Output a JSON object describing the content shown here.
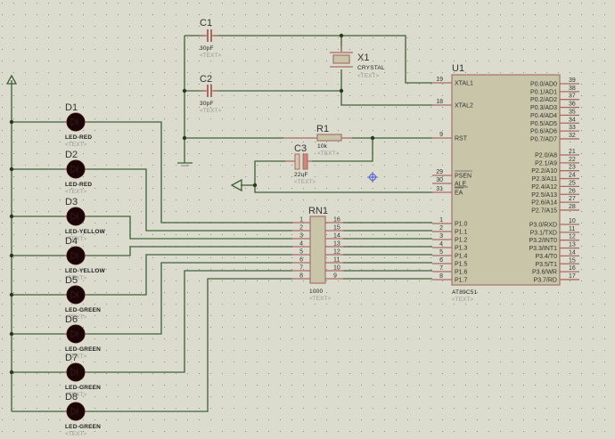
{
  "schematic": {
    "crystal_section": {
      "c1": {
        "ref": "C1",
        "value": "30pF",
        "text": "<TEXT>"
      },
      "c2": {
        "ref": "C2",
        "value": "30pF",
        "text": "<TEXT>"
      },
      "x1": {
        "ref": "X1",
        "value": "CRYSTAL",
        "text": "<TEXT>"
      }
    },
    "reset_section": {
      "r1": {
        "ref": "R1",
        "value": "10k",
        "text": "<TEXT>"
      },
      "c3": {
        "ref": "C3",
        "value": "22uF",
        "text": "<TEXT>"
      }
    },
    "resistor_network": {
      "ref": "RN1",
      "value": "1000",
      "text": "<TEXT>",
      "left_pins": [
        "1",
        "2",
        "3",
        "4",
        "5",
        "6",
        "7",
        "8"
      ],
      "right_pins": [
        "16",
        "15",
        "14",
        "13",
        "12",
        "11",
        "10",
        "9"
      ]
    },
    "mcu": {
      "ref": "U1",
      "value": "AT89C51",
      "text": "<TEXT>",
      "left_pins": [
        {
          "name": "XTAL1",
          "num": "19"
        },
        {
          "name": "XTAL2",
          "num": "18"
        },
        {
          "name": "RST",
          "num": "9"
        },
        {
          "name": "PSEN",
          "num": "29"
        },
        {
          "name": "ALE",
          "num": "30"
        },
        {
          "name": "EA",
          "num": "31"
        },
        {
          "name": "P1.0",
          "num": "1"
        },
        {
          "name": "P1.1",
          "num": "2"
        },
        {
          "name": "P1.2",
          "num": "3"
        },
        {
          "name": "P1.3",
          "num": "4"
        },
        {
          "name": "P1.4",
          "num": "5"
        },
        {
          "name": "P1.5",
          "num": "6"
        },
        {
          "name": "P1.6",
          "num": "7"
        },
        {
          "name": "P1.7",
          "num": "8"
        }
      ],
      "right_pins": [
        {
          "name": "P0.0/AD0",
          "num": "39"
        },
        {
          "name": "P0.1/AD1",
          "num": "38"
        },
        {
          "name": "P0.2/AD2",
          "num": "37"
        },
        {
          "name": "P0.3/AD3",
          "num": "36"
        },
        {
          "name": "P0.4/AD4",
          "num": "35"
        },
        {
          "name": "P0.5/AD5",
          "num": "34"
        },
        {
          "name": "P0.6/AD6",
          "num": "33"
        },
        {
          "name": "P0.7/AD7",
          "num": "32"
        },
        {
          "name": "P2.0/A8",
          "num": "21"
        },
        {
          "name": "P2.1/A9",
          "num": "22"
        },
        {
          "name": "P2.2/A10",
          "num": "23"
        },
        {
          "name": "P2.3/A11",
          "num": "24"
        },
        {
          "name": "P2.4/A12",
          "num": "25"
        },
        {
          "name": "P2.5/A13",
          "num": "26"
        },
        {
          "name": "P2.6/A14",
          "num": "27"
        },
        {
          "name": "P2.7/A15",
          "num": "28"
        },
        {
          "name": "P3.0/RXD",
          "num": "10"
        },
        {
          "name": "P3.1/TXD",
          "num": "11"
        },
        {
          "name": "P3.2/INT0",
          "num": "12"
        },
        {
          "name": "P3.3/INT1",
          "num": "13"
        },
        {
          "name": "P3.4/T0",
          "num": "14"
        },
        {
          "name": "P3.5/T1",
          "num": "15"
        },
        {
          "name": "P3.6/WR",
          "num": "16"
        },
        {
          "name": "P3.7/RD",
          "num": "17"
        }
      ]
    },
    "leds": [
      {
        "ref": "D1",
        "value": "LED-RED",
        "text": "<TEXT>"
      },
      {
        "ref": "D2",
        "value": "LED-RED",
        "text": "<TEXT>"
      },
      {
        "ref": "D3",
        "value": "LED-YELLOW",
        "text": "<TEXT>"
      },
      {
        "ref": "D4",
        "value": "LED-YELLOW",
        "text": "<TEXT>"
      },
      {
        "ref": "D5",
        "value": "LED-GREEN",
        "text": "<TEXT>"
      },
      {
        "ref": "D6",
        "value": "LED-GREEN",
        "text": "<TEXT>"
      },
      {
        "ref": "D7",
        "value": "LED-GREEN",
        "text": "<TEXT>"
      },
      {
        "ref": "D8",
        "value": "LED-GREEN",
        "text": "<TEXT>"
      }
    ],
    "colors": {
      "background": "#dcdcce",
      "wire": "#3f5f3a",
      "pin": "#a86a60",
      "body": "#c8c5a8",
      "led": "#1a0606"
    }
  }
}
